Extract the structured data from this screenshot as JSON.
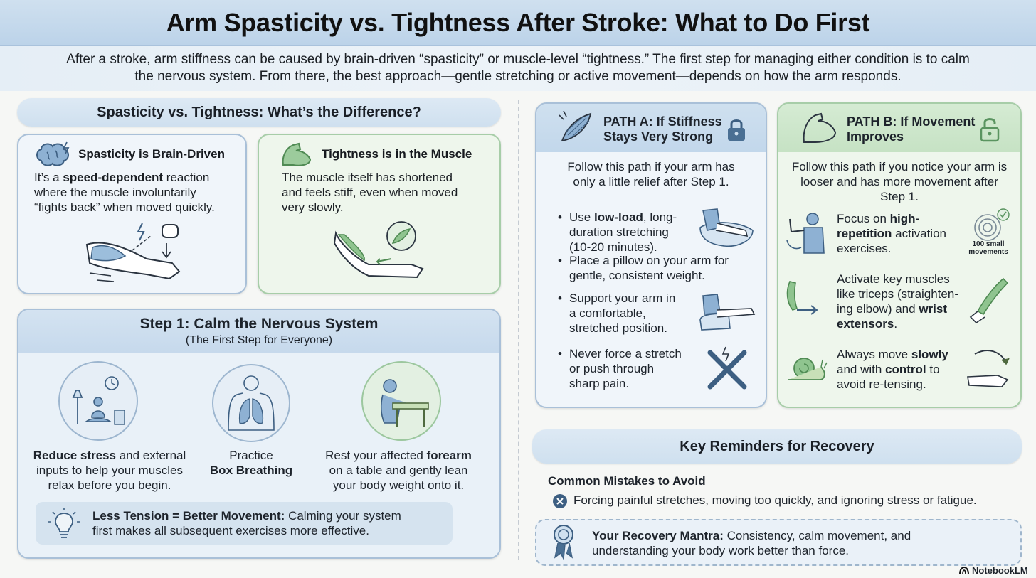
{
  "title": "Arm Spasticity vs. Tightness After Stroke: What to Do First",
  "intro": {
    "line1": "After a stroke, arm stiffness can be caused by brain-driven “spasticity” or muscle-level “tightness.” The first step for managing either condition is to calm",
    "line2": "the nervous system. From there, the best approach—gentle stretching or active movement—depends on how the arm responds."
  },
  "difference": {
    "heading": "Spasticity vs. Tightness: What’s the Difference?",
    "spasticity": {
      "title": "Spasticity is Brain-Driven",
      "pre": "It’s a ",
      "bold": "speed-dependent",
      "post": " reaction",
      "line2": "where the muscle involuntarily",
      "line3": "“fights back” when moved quickly."
    },
    "tightness": {
      "title": "Tightness is in the Muscle",
      "line1": "The muscle itself has shortened",
      "line2": "and feels stiff, even when moved",
      "line3": "very slowly."
    }
  },
  "step1": {
    "title": "Step 1: Calm the Nervous System",
    "subtitle": "(The First Step for Everyone)",
    "items": [
      {
        "bold": "Reduce stress",
        "rest": " and external",
        "line2": "inputs to help your muscles",
        "line3": "relax before you begin."
      },
      {
        "line1": "Practice",
        "bold": "Box Breathing"
      },
      {
        "pre": "Rest your affected ",
        "bold": "forearm",
        "line2": "on a table and gently lean",
        "line3": "your body weight onto it."
      }
    ],
    "tip": {
      "bold": "Less Tension = Better Movement:",
      "rest": " Calming your system",
      "line2": "first makes all subsequent exercises more effective."
    }
  },
  "pathA": {
    "title1": "PATH A: If Stiffness",
    "title2": "Stays Very Strong",
    "intro1": "Follow this path if your arm has",
    "intro2": "only a little relief after Step 1.",
    "b1": {
      "pre": "Use ",
      "bold": "low-load",
      "post": ", long-",
      "line2": "duration stretching",
      "line3": "(10-20 minutes)."
    },
    "b2": {
      "line1": "Place a pillow on your arm for",
      "line2": "gentle, consistent weight."
    },
    "b3": {
      "line1": "Support your arm in",
      "line2": "a comfortable,",
      "line3": "stretched position."
    },
    "b4": {
      "line1": "Never force a stretch",
      "line2": "or push through",
      "line3": "sharp pain."
    }
  },
  "pathB": {
    "title1": "PATH B: If Movement",
    "title2": "Improves",
    "intro1": "Follow this path if you notice your arm is",
    "intro2": "looser and has more movement after",
    "intro3": "Step 1.",
    "i1": {
      "pre": "Focus on ",
      "bold1": "high-",
      "bold2": "repetition",
      "post": " activation",
      "line3": "exercises."
    },
    "target_label": "100 small movements",
    "i2": {
      "line1": "Activate key muscles",
      "line2": "like triceps (straighten-",
      "pre3": "ing elbow) and ",
      "bold3": "wrist",
      "bold4": "extensors",
      "post4": "."
    },
    "i3": {
      "pre": "Always move ",
      "bold": "slowly",
      "pre2": "and with ",
      "bold2": "control",
      "post2": " to",
      "line3": "avoid re-tensing."
    }
  },
  "reminders": {
    "heading": "Key Reminders for Recovery",
    "mistakes_title": "Common Mistakes to Avoid",
    "mistakes_text": "Forcing painful stretches, moving too quickly, and ignoring stress or fatigue.",
    "mantra_bold": "Your Recovery Mantra:",
    "mantra_rest": " Consistency, calm movement, and",
    "mantra_line2": "understanding your body work better than force."
  },
  "brand": "NotebookLM",
  "colors": {
    "blue_accent": "#cfe0ef",
    "green_accent": "#d5ebd3",
    "icon_blue": "#3d5f82",
    "icon_green": "#5a9460"
  }
}
